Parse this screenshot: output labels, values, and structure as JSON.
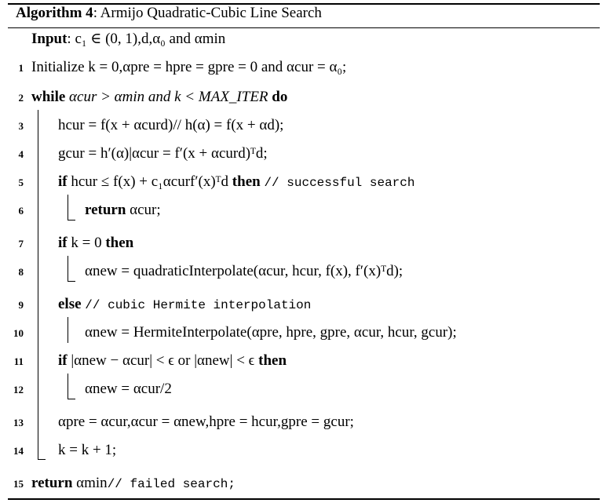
{
  "caption": {
    "label": "Algorithm 4",
    "title": ": Armijo Quadratic-Cubic Line Search"
  },
  "input": {
    "keyword": "Input",
    "text": ": c₁ ∈ (0, 1),d,α₀ and αmin"
  },
  "lines": [
    {
      "num": "1",
      "text": "Initialize k = 0,αpre = hpre = gpre = 0 and αcur = α₀;"
    },
    {
      "num": "2",
      "kw": "while",
      "text": "αcur > αmin and k < MAX_ITER",
      "kw2": "do"
    },
    {
      "num": "3",
      "text": "hcur = f(x + αcurd)",
      "comment": "// h(α) = f(x + αd);"
    },
    {
      "num": "4",
      "text": "gcur = h′(α)|αcur = f′(x + αcurd)ᵀd;"
    },
    {
      "num": "5",
      "kw": "if",
      "text": "hcur ≤ f(x) + c₁αcurf′(x)ᵀd",
      "kw2": "then",
      "comment": "// successful search"
    },
    {
      "num": "6",
      "kw": "return",
      "text": "αcur;"
    },
    {
      "num": "7",
      "kw": "if",
      "text": "k = 0",
      "kw2": "then"
    },
    {
      "num": "8",
      "text": "αnew = quadraticInterpolate(αcur, hcur, f(x), f′(x)ᵀd);"
    },
    {
      "num": "9",
      "kw": "else",
      "comment": "// cubic Hermite interpolation"
    },
    {
      "num": "10",
      "text": "αnew = HermiteInterpolate(αpre, hpre, gpre, αcur, hcur, gcur);"
    },
    {
      "num": "11",
      "kw": "if",
      "text": "|αnew − αcur| < ϵ or |αnew| < ϵ",
      "kw2": "then"
    },
    {
      "num": "12",
      "text": "αnew = αcur/2"
    },
    {
      "num": "13",
      "text": "αpre = αcur,αcur = αnew,hpre = hcur,gpre = gcur;"
    },
    {
      "num": "14",
      "text": "k = k + 1;"
    },
    {
      "num": "15",
      "kw": "return",
      "text": "αmin",
      "comment": "// failed search;"
    }
  ]
}
